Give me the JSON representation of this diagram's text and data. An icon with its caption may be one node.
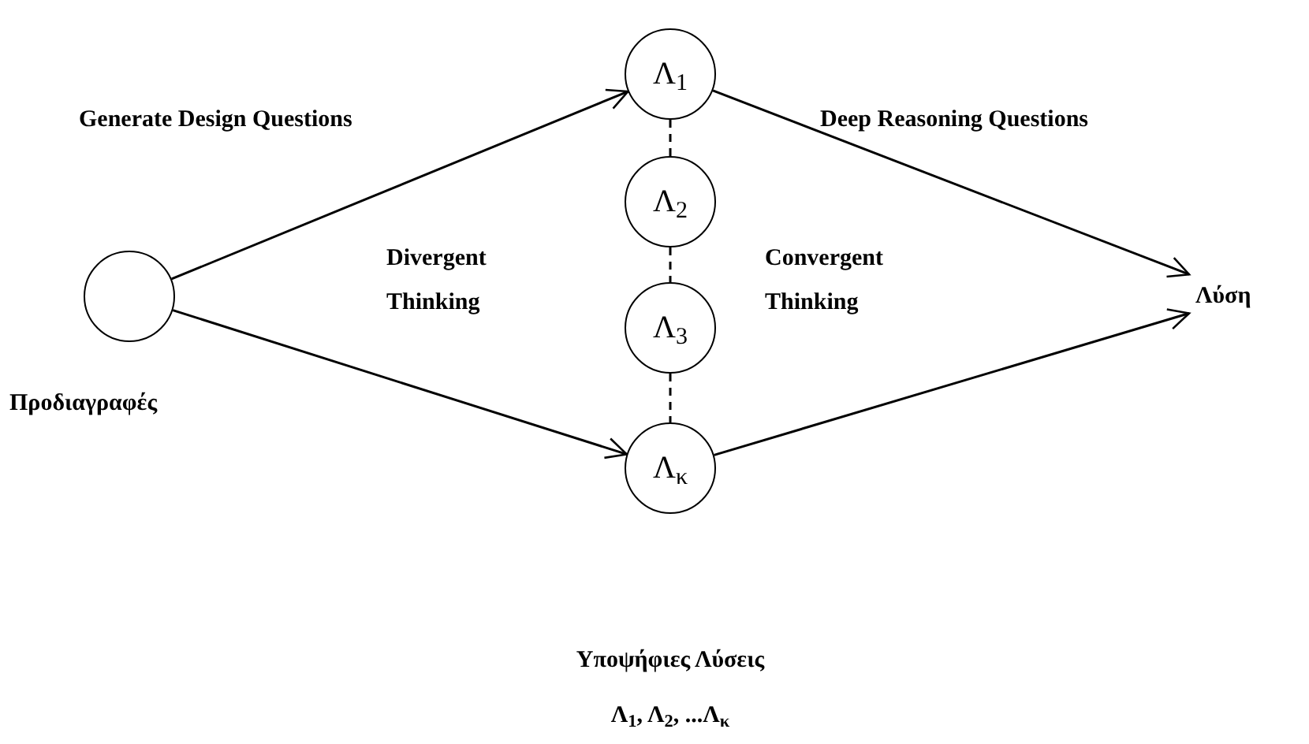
{
  "diagram": {
    "nodes": [
      {
        "text": [],
        "shape": "circle",
        "beside": [
          "Προδιαγραφές"
        ]
      },
      {
        "text": [
          "Λ$_{1}$"
        ]
      },
      {
        "text": [
          "Λ$_{2}$"
        ]
      },
      {
        "text": [
          "Λ$_{3}$"
        ]
      },
      {
        "text": [
          "Λ$_{κ}$"
        ]
      },
      {
        "text": [
          "Λύση"
        ]
      }
    ],
    "edges": [
      {
        "from": 0,
        "to": 1,
        "arrow": "to"
      },
      {
        "from": 0,
        "to": 4,
        "arrow": "to"
      },
      {
        "from": 1,
        "to": 5,
        "arrow": "to"
      },
      {
        "from": 4,
        "to": 5,
        "arrow": "to"
      },
      {
        "from": 1,
        "to": 2,
        "arrow": "none",
        "style": "dashed"
      },
      {
        "from": 2,
        "to": 3,
        "arrow": "none",
        "style": "dashed"
      },
      {
        "from": 3,
        "to": 4,
        "arrow": "none",
        "style": "dashed"
      }
    ],
    "labels": [
      "Generate Design Questions",
      "Deep Reasoning Questions",
      "Divergent Thinking",
      "Convergent Thinking",
      "Υποψήφιες Λύσεις",
      "Λ$_{1}$, Λ$_{2}$, ...Λ$_{κ}$"
    ]
  }
}
